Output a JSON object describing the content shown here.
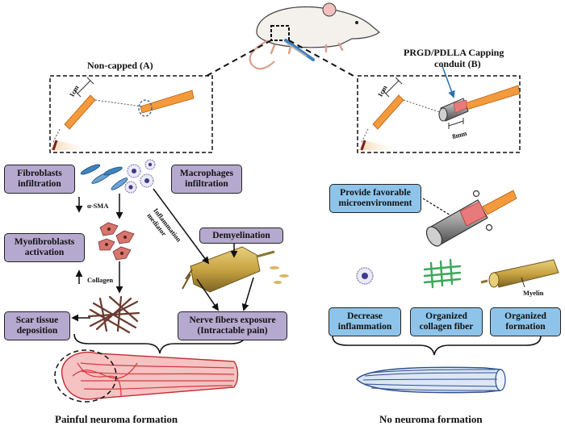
{
  "panels": {
    "non_capped_title": "Non-capped (A)",
    "capped_title_line1": "PRGD/PDLLA Capping",
    "capped_title_line2": "conduit (B)",
    "scale_1cm_a": "1cm",
    "scale_1cm_b": "1cm",
    "scale_8mm": "8mm"
  },
  "left_path": {
    "fibroblasts_line1": "Fibroblasts",
    "fibroblasts_line2": "infiltration",
    "macrophages_line1": "Macrophages",
    "macrophages_line2": "infiltration",
    "myofibroblasts_line1": "Myofibroblasts",
    "myofibroblasts_line2": "activation",
    "demyelination": "Demyelination",
    "scar_line1": "Scar tissue",
    "scar_line2": "deposition",
    "nerve_exposure_line1": "Nerve fibers exposure",
    "nerve_exposure_line2": "(Intractable pain)",
    "alpha_sma": "α-SMA",
    "collagen": "Collagen",
    "inflammation_line1": "Inflammation",
    "inflammation_line2": "mediator",
    "outcome": "Painful neuroma formation"
  },
  "right_path": {
    "favorable_line1": "Provide favorable",
    "favorable_line2": "microenvironment",
    "decrease_line1": "Decrease",
    "decrease_line2": "inflammation",
    "organized_collagen_line1": "Organized",
    "organized_collagen_line2": "collagen fiber",
    "organized_formation_line1": "Organized",
    "organized_formation_line2": "formation",
    "myelin": "Myelin",
    "outcome": "No neuroma formation"
  },
  "colors": {
    "purple_box": "#b6a9cf",
    "blue_box": "#8ec4ea",
    "nerve_orange": "#f39a3c",
    "scar_brown": "#6b3a2e",
    "neuroma_red": "#d8383f",
    "organized_blue": "#2e4f8f",
    "collagen_green": "#3aa857",
    "myelin_gold": "#c8a443"
  }
}
